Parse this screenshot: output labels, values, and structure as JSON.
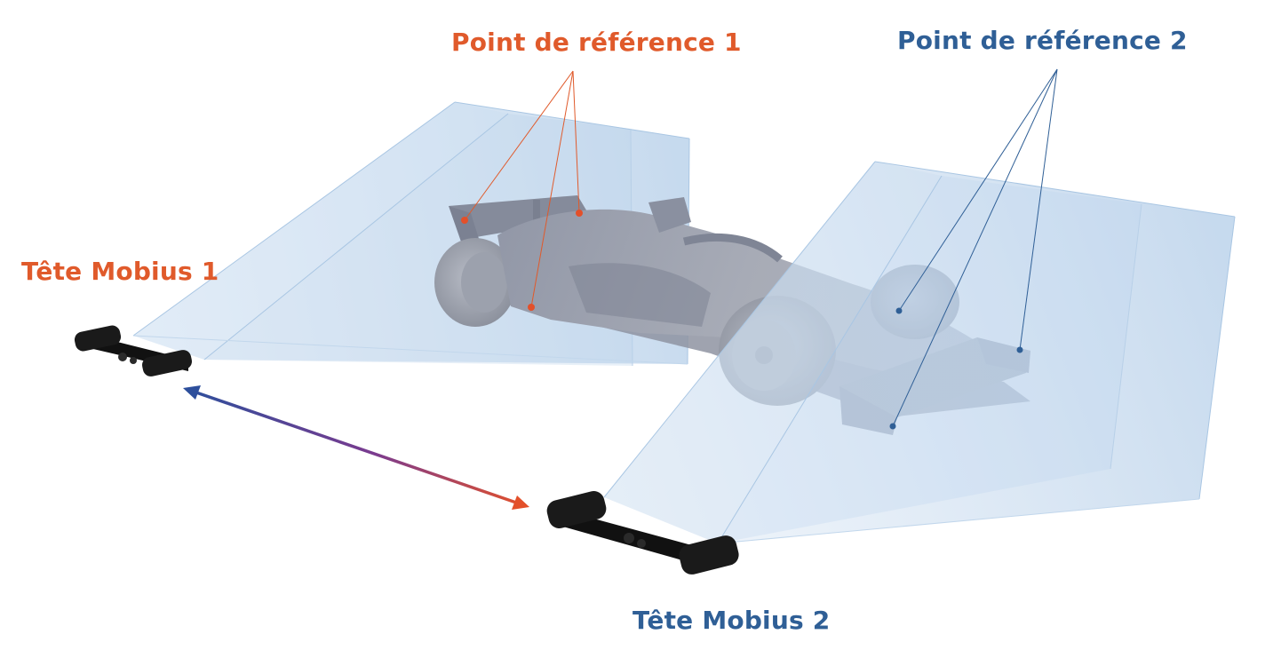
{
  "labels": {
    "reference_point_1": "Point de référence 1",
    "reference_point_2": "Point de référence 2",
    "mobius_head_1": "Tête Mobius 1",
    "mobius_head_2": "Tête Mobius 2"
  },
  "colors": {
    "orange": "#e05a2b",
    "blue": "#2f5f96",
    "frustum_fill": "#b9d3ec",
    "frustum_edge": "#a9c6e3",
    "car_body": "#9ea3b0",
    "camera_body": "#161616",
    "arrow_start": "#2d4f9c",
    "arrow_mid": "#7a3b8f",
    "arrow_end": "#e3502a"
  },
  "icons": {
    "camera_1": "mobius-camera-icon",
    "camera_2": "mobius-camera-icon",
    "car": "formula-1-car-icon"
  }
}
